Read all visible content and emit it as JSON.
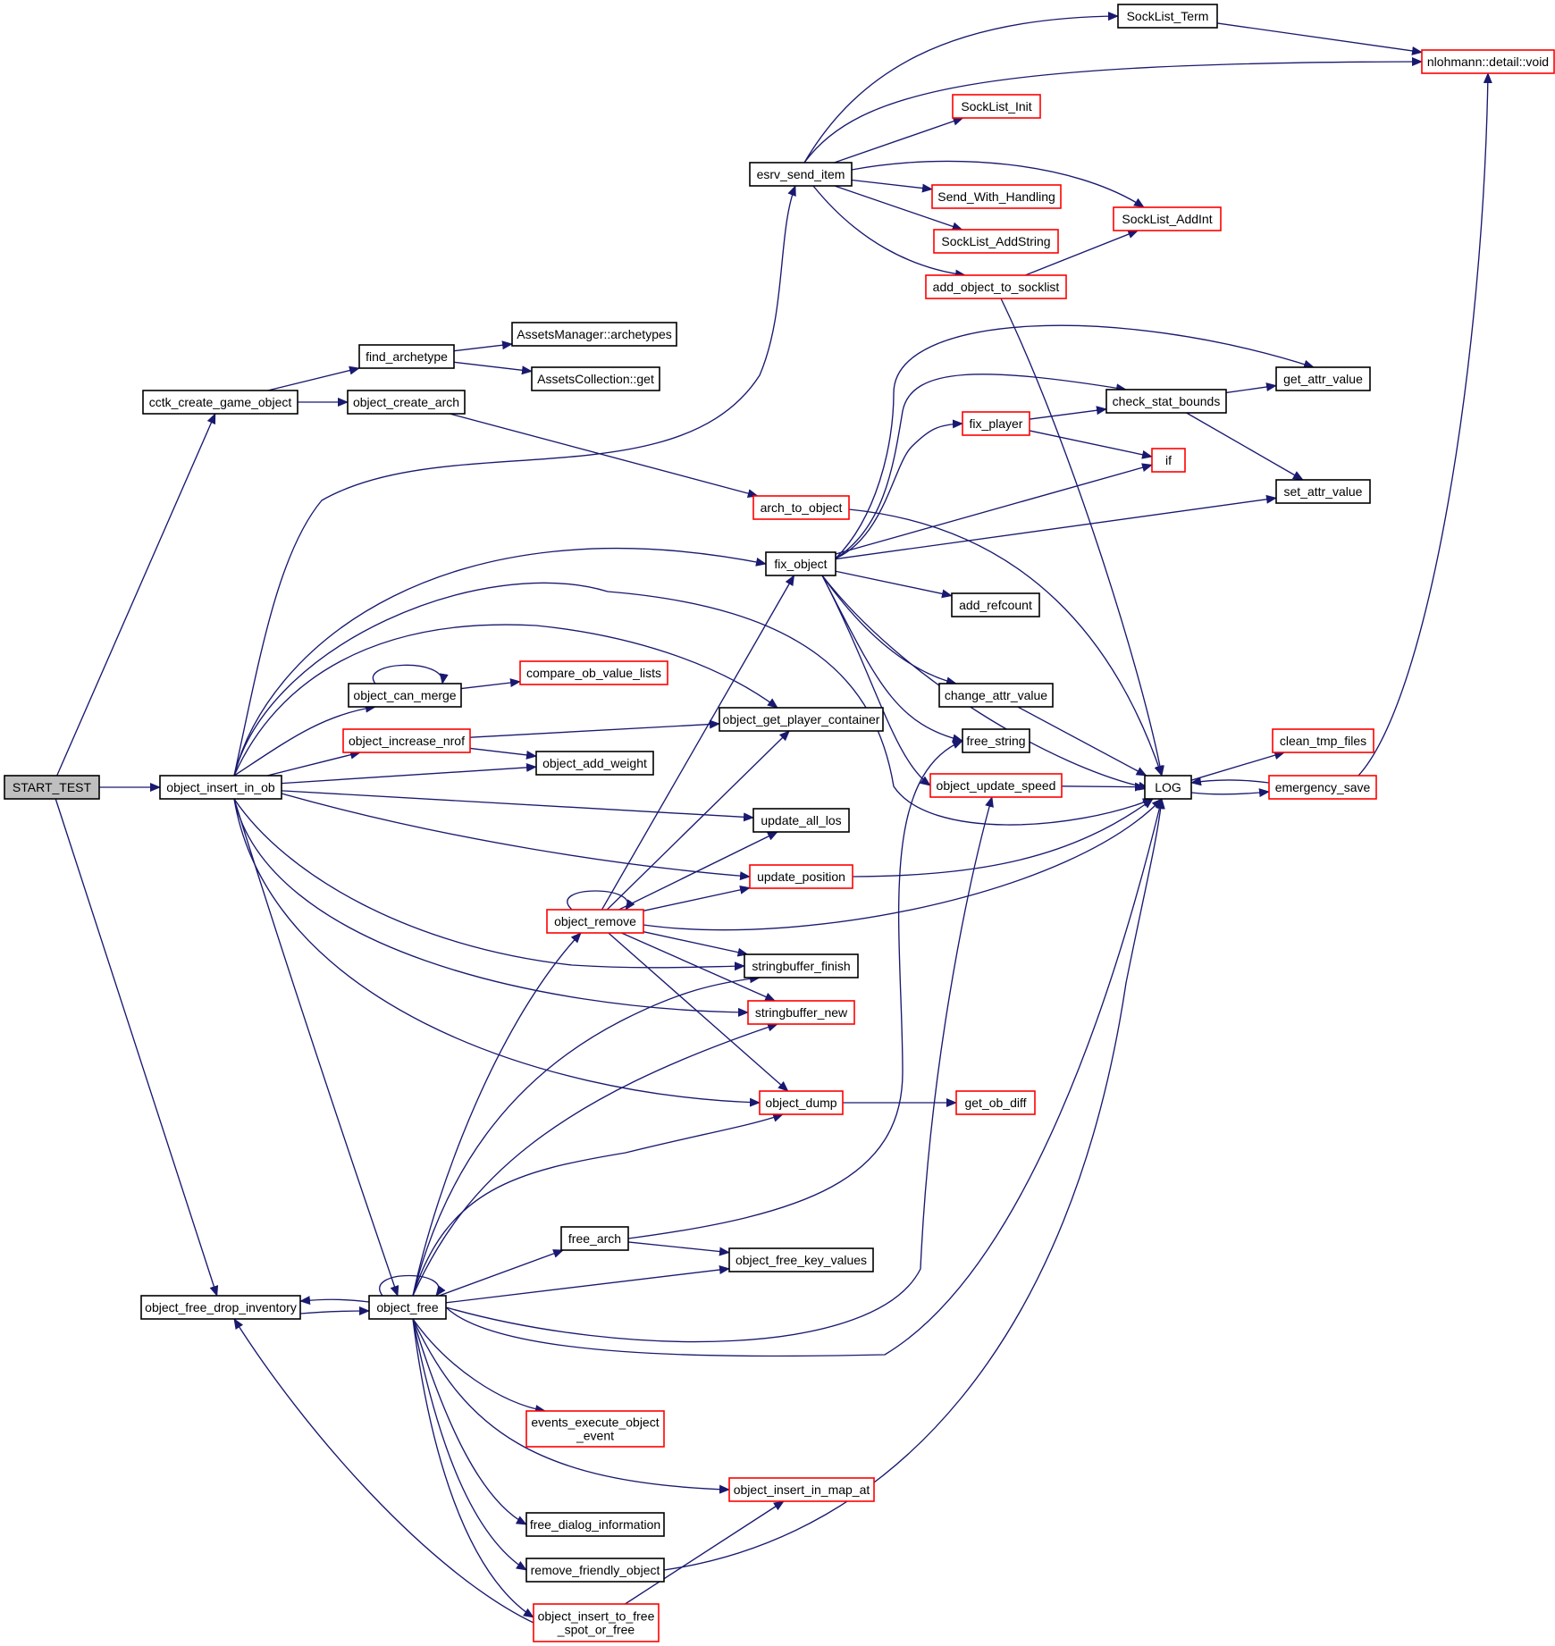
{
  "graph": {
    "edge_color": "#191970",
    "root_fill": "#bfbfbf",
    "incomplete_border": "#ff0000",
    "complete_border": "#000000",
    "nodes": [
      {
        "id": "START_TEST",
        "label": [
          "START_TEST"
        ],
        "style": "root"
      },
      {
        "id": "cctk_create_game_object",
        "label": [
          "cctk_create_game_object"
        ],
        "style": "black"
      },
      {
        "id": "object_insert_in_ob",
        "label": [
          "object_insert_in_ob"
        ],
        "style": "black"
      },
      {
        "id": "object_free_drop_inventory",
        "label": [
          "object_free_drop_inventory"
        ],
        "style": "black"
      },
      {
        "id": "find_archetype",
        "label": [
          "find_archetype"
        ],
        "style": "black"
      },
      {
        "id": "object_create_arch",
        "label": [
          "object_create_arch"
        ],
        "style": "black"
      },
      {
        "id": "AssetsManager::archetypes",
        "label": [
          "AssetsManager::archetypes"
        ],
        "style": "black"
      },
      {
        "id": "AssetsCollection::get",
        "label": [
          "AssetsCollection::get"
        ],
        "style": "black"
      },
      {
        "id": "object_can_merge",
        "label": [
          "object_can_merge"
        ],
        "style": "black"
      },
      {
        "id": "object_increase_nrof",
        "label": [
          "object_increase_nrof"
        ],
        "style": "red"
      },
      {
        "id": "compare_ob_value_lists",
        "label": [
          "compare_ob_value_lists"
        ],
        "style": "red"
      },
      {
        "id": "object_add_weight",
        "label": [
          "object_add_weight"
        ],
        "style": "black"
      },
      {
        "id": "object_remove",
        "label": [
          "object_remove"
        ],
        "style": "red"
      },
      {
        "id": "free_arch",
        "label": [
          "free_arch"
        ],
        "style": "black"
      },
      {
        "id": "object_free",
        "label": [
          "object_free"
        ],
        "style": "black"
      },
      {
        "id": "events_execute_object_event",
        "label": [
          "events_execute_object",
          "_event"
        ],
        "style": "red"
      },
      {
        "id": "free_dialog_information",
        "label": [
          "free_dialog_information"
        ],
        "style": "black"
      },
      {
        "id": "remove_friendly_object",
        "label": [
          "remove_friendly_object"
        ],
        "style": "black"
      },
      {
        "id": "object_insert_to_free_spot_or_free",
        "label": [
          "object_insert_to_free",
          "_spot_or_free"
        ],
        "style": "red"
      },
      {
        "id": "esrv_send_item",
        "label": [
          "esrv_send_item"
        ],
        "style": "black"
      },
      {
        "id": "arch_to_object",
        "label": [
          "arch_to_object"
        ],
        "style": "red"
      },
      {
        "id": "fix_object",
        "label": [
          "fix_object"
        ],
        "style": "black"
      },
      {
        "id": "object_get_player_container",
        "label": [
          "object_get_player_container"
        ],
        "style": "black"
      },
      {
        "id": "update_all_los",
        "label": [
          "update_all_los"
        ],
        "style": "black"
      },
      {
        "id": "update_position",
        "label": [
          "update_position"
        ],
        "style": "red"
      },
      {
        "id": "stringbuffer_finish",
        "label": [
          "stringbuffer_finish"
        ],
        "style": "black"
      },
      {
        "id": "stringbuffer_new",
        "label": [
          "stringbuffer_new"
        ],
        "style": "red"
      },
      {
        "id": "object_dump",
        "label": [
          "object_dump"
        ],
        "style": "red"
      },
      {
        "id": "object_free_key_values",
        "label": [
          "object_free_key_values"
        ],
        "style": "black"
      },
      {
        "id": "object_insert_in_map_at",
        "label": [
          "object_insert_in_map_at"
        ],
        "style": "red"
      },
      {
        "id": "SockList_Init",
        "label": [
          "SockList_Init"
        ],
        "style": "red"
      },
      {
        "id": "Send_With_Handling",
        "label": [
          "Send_With_Handling"
        ],
        "style": "red"
      },
      {
        "id": "SockList_AddString",
        "label": [
          "SockList_AddString"
        ],
        "style": "red"
      },
      {
        "id": "add_object_to_socklist",
        "label": [
          "add_object_to_socklist"
        ],
        "style": "red"
      },
      {
        "id": "fix_player",
        "label": [
          "fix_player"
        ],
        "style": "red"
      },
      {
        "id": "add_refcount",
        "label": [
          "add_refcount"
        ],
        "style": "black"
      },
      {
        "id": "change_attr_value",
        "label": [
          "change_attr_value"
        ],
        "style": "black"
      },
      {
        "id": "free_string",
        "label": [
          "free_string"
        ],
        "style": "black"
      },
      {
        "id": "object_update_speed",
        "label": [
          "object_update_speed"
        ],
        "style": "red"
      },
      {
        "id": "get_ob_diff",
        "label": [
          "get_ob_diff"
        ],
        "style": "red"
      },
      {
        "id": "SockList_Term",
        "label": [
          "SockList_Term"
        ],
        "style": "black"
      },
      {
        "id": "SockList_AddInt",
        "label": [
          "SockList_AddInt"
        ],
        "style": "red"
      },
      {
        "id": "check_stat_bounds",
        "label": [
          "check_stat_bounds"
        ],
        "style": "black"
      },
      {
        "id": "if",
        "label": [
          "if"
        ],
        "style": "red"
      },
      {
        "id": "LOG",
        "label": [
          "LOG"
        ],
        "style": "black"
      },
      {
        "id": "nlohmann::detail::void",
        "label": [
          "nlohmann::detail::void"
        ],
        "style": "red"
      },
      {
        "id": "get_attr_value",
        "label": [
          "get_attr_value"
        ],
        "style": "black"
      },
      {
        "id": "set_attr_value",
        "label": [
          "set_attr_value"
        ],
        "style": "black"
      },
      {
        "id": "clean_tmp_files",
        "label": [
          "clean_tmp_files"
        ],
        "style": "red"
      },
      {
        "id": "emergency_save",
        "label": [
          "emergency_save"
        ],
        "style": "red"
      }
    ],
    "edges": [
      [
        "START_TEST",
        "cctk_create_game_object"
      ],
      [
        "START_TEST",
        "object_insert_in_ob"
      ],
      [
        "START_TEST",
        "object_free_drop_inventory"
      ],
      [
        "cctk_create_game_object",
        "find_archetype"
      ],
      [
        "cctk_create_game_object",
        "object_create_arch"
      ],
      [
        "find_archetype",
        "AssetsManager::archetypes"
      ],
      [
        "find_archetype",
        "AssetsCollection::get"
      ],
      [
        "object_create_arch",
        "arch_to_object"
      ],
      [
        "arch_to_object",
        "LOG"
      ],
      [
        "object_insert_in_ob",
        "esrv_send_item"
      ],
      [
        "object_insert_in_ob",
        "fix_object"
      ],
      [
        "object_insert_in_ob",
        "LOG"
      ],
      [
        "object_insert_in_ob",
        "object_get_player_container"
      ],
      [
        "object_insert_in_ob",
        "object_can_merge"
      ],
      [
        "object_insert_in_ob",
        "object_increase_nrof"
      ],
      [
        "object_insert_in_ob",
        "object_add_weight"
      ],
      [
        "object_insert_in_ob",
        "update_all_los"
      ],
      [
        "object_insert_in_ob",
        "update_position"
      ],
      [
        "object_insert_in_ob",
        "stringbuffer_finish"
      ],
      [
        "object_insert_in_ob",
        "stringbuffer_new"
      ],
      [
        "object_insert_in_ob",
        "object_dump"
      ],
      [
        "object_insert_in_ob",
        "object_free"
      ],
      [
        "object_can_merge",
        "object_can_merge"
      ],
      [
        "object_can_merge",
        "compare_ob_value_lists"
      ],
      [
        "object_increase_nrof",
        "object_get_player_container"
      ],
      [
        "object_increase_nrof",
        "object_add_weight"
      ],
      [
        "object_remove",
        "fix_object"
      ],
      [
        "object_remove",
        "object_get_player_container"
      ],
      [
        "object_remove",
        "update_all_los"
      ],
      [
        "object_remove",
        "update_position"
      ],
      [
        "object_remove",
        "object_remove"
      ],
      [
        "object_remove",
        "LOG"
      ],
      [
        "object_remove",
        "stringbuffer_finish"
      ],
      [
        "object_remove",
        "stringbuffer_new"
      ],
      [
        "object_remove",
        "object_dump"
      ],
      [
        "object_free",
        "object_remove"
      ],
      [
        "object_free",
        "stringbuffer_finish"
      ],
      [
        "object_free",
        "stringbuffer_new"
      ],
      [
        "object_free",
        "object_dump"
      ],
      [
        "object_free",
        "free_arch"
      ],
      [
        "object_free",
        "object_free_key_values"
      ],
      [
        "object_free",
        "object_update_speed"
      ],
      [
        "object_free",
        "LOG"
      ],
      [
        "object_free",
        "events_execute_object_event"
      ],
      [
        "object_free",
        "object_insert_in_map_at"
      ],
      [
        "object_free",
        "free_dialog_information"
      ],
      [
        "object_free",
        "remove_friendly_object"
      ],
      [
        "object_free",
        "object_insert_to_free_spot_or_free"
      ],
      [
        "object_free",
        "object_free_drop_inventory"
      ],
      [
        "object_free",
        "object_free"
      ],
      [
        "object_free_drop_inventory",
        "object_free"
      ],
      [
        "object_insert_to_free_spot_or_free",
        "object_insert_in_map_at"
      ],
      [
        "object_insert_to_free_spot_or_free",
        "object_free_drop_inventory"
      ],
      [
        "free_arch",
        "object_free_key_values"
      ],
      [
        "free_arch",
        "free_string"
      ],
      [
        "remove_friendly_object",
        "LOG"
      ],
      [
        "esrv_send_item",
        "SockList_Term"
      ],
      [
        "esrv_send_item",
        "nlohmann::detail::void"
      ],
      [
        "esrv_send_item",
        "SockList_Init"
      ],
      [
        "esrv_send_item",
        "SockList_AddInt"
      ],
      [
        "esrv_send_item",
        "Send_With_Handling"
      ],
      [
        "esrv_send_item",
        "SockList_AddString"
      ],
      [
        "esrv_send_item",
        "add_object_to_socklist"
      ],
      [
        "SockList_Term",
        "nlohmann::detail::void"
      ],
      [
        "add_object_to_socklist",
        "SockList_AddInt"
      ],
      [
        "add_object_to_socklist",
        "LOG"
      ],
      [
        "fix_object",
        "get_attr_value"
      ],
      [
        "fix_object",
        "check_stat_bounds"
      ],
      [
        "fix_object",
        "fix_player"
      ],
      [
        "fix_object",
        "if"
      ],
      [
        "fix_object",
        "set_attr_value"
      ],
      [
        "fix_object",
        "add_refcount"
      ],
      [
        "fix_object",
        "change_attr_value"
      ],
      [
        "fix_object",
        "free_string"
      ],
      [
        "fix_object",
        "object_update_speed"
      ],
      [
        "fix_object",
        "LOG"
      ],
      [
        "fix_player",
        "check_stat_bounds"
      ],
      [
        "fix_player",
        "if"
      ],
      [
        "check_stat_bounds",
        "get_attr_value"
      ],
      [
        "check_stat_bounds",
        "set_attr_value"
      ],
      [
        "change_attr_value",
        "LOG"
      ],
      [
        "object_update_speed",
        "LOG"
      ],
      [
        "update_position",
        "LOG"
      ],
      [
        "object_dump",
        "get_ob_diff"
      ],
      [
        "LOG",
        "clean_tmp_files"
      ],
      [
        "LOG",
        "emergency_save"
      ],
      [
        "emergency_save",
        "LOG"
      ],
      [
        "emergency_save",
        "nlohmann::detail::void"
      ]
    ]
  }
}
